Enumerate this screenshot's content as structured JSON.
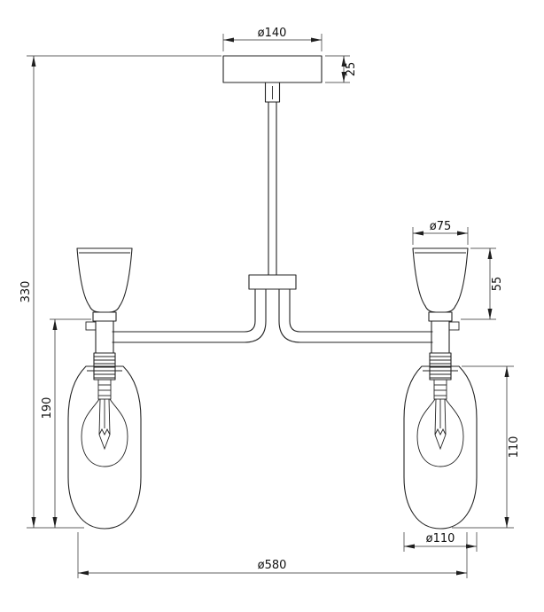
{
  "dimensions": {
    "canopy_diameter": "ø140",
    "canopy_height": "25",
    "overall_height": "330",
    "drop_height": "190",
    "upper_shade_diameter": "ø75",
    "upper_shade_height": "55",
    "lower_shade_height": "110",
    "lower_shade_diameter": "ø110",
    "overall_diameter": "ø580"
  }
}
